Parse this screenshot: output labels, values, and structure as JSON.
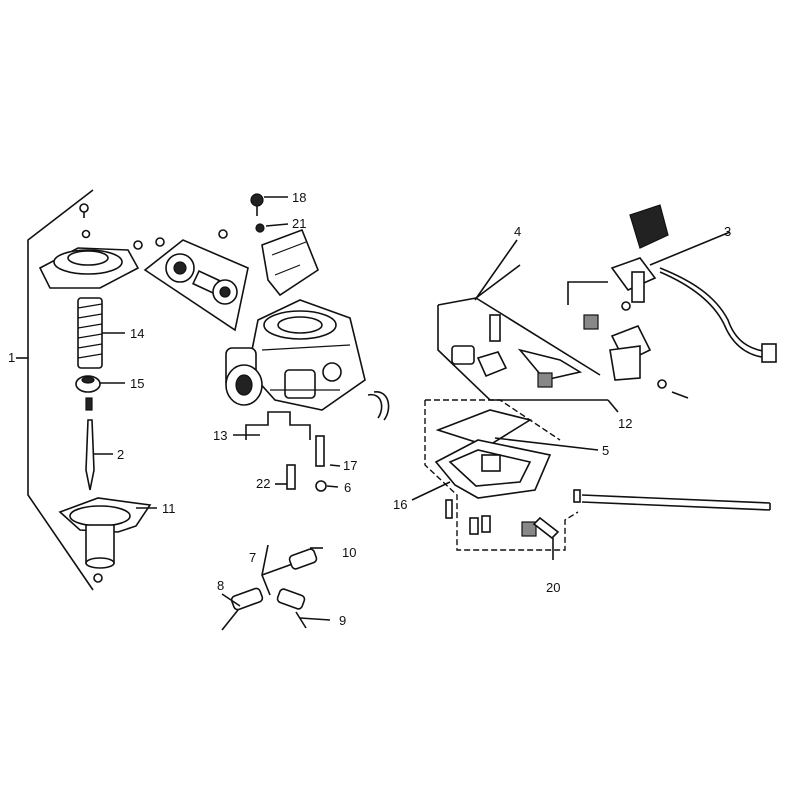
{
  "callouts": {
    "c1": "1",
    "c2": "2",
    "c3": "3",
    "c4": "4",
    "c5": "5",
    "c6": "6",
    "c7": "7",
    "c8": "8",
    "c9": "9",
    "c10": "10",
    "c11": "11",
    "c12": "12",
    "c13": "13",
    "c14": "14",
    "c15": "15",
    "c16": "16",
    "c17": "17",
    "c18": "18",
    "c20": "20",
    "c21": "21",
    "c22": "22"
  }
}
